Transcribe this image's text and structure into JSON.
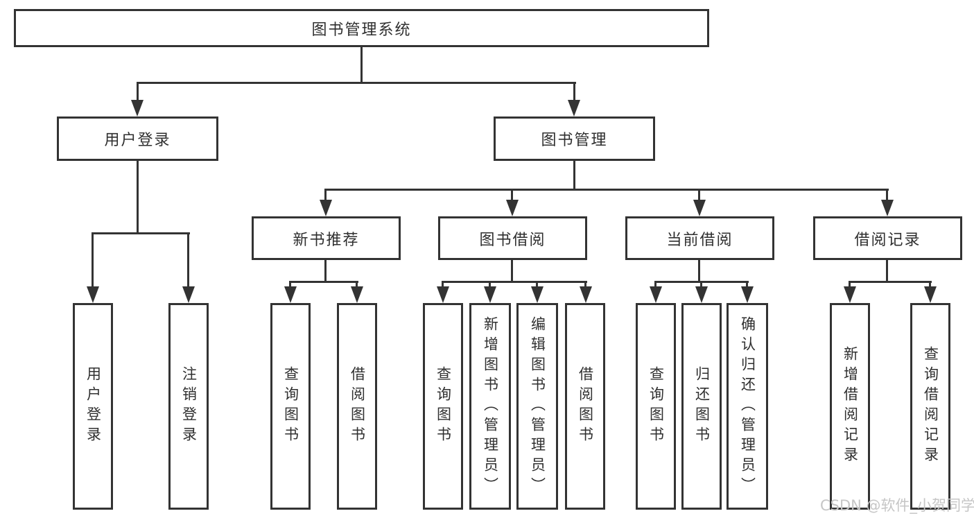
{
  "colors": {
    "line": "#333333",
    "text": "#2f2f2f",
    "watermark": "#c6c6c6",
    "background": "#ffffff"
  },
  "tree": {
    "root": {
      "label": "图书管理系统"
    },
    "level2": [
      {
        "label": "用户登录"
      },
      {
        "label": "图书管理"
      }
    ],
    "level3": [
      {
        "label": "新书推荐"
      },
      {
        "label": "图书借阅"
      },
      {
        "label": "当前借阅"
      },
      {
        "label": "借阅记录"
      }
    ],
    "leaves": {
      "userLogin": [
        {
          "label": "用户登录"
        },
        {
          "label": "注销登录"
        }
      ],
      "newBook": [
        {
          "label": "查询图书"
        },
        {
          "label": "借阅图书"
        }
      ],
      "bookBorrow": [
        {
          "label": "查询图书"
        },
        {
          "label": "新增图书（管理员）"
        },
        {
          "label": "编辑图书（管理员）"
        },
        {
          "label": "借阅图书"
        }
      ],
      "currentBorrow": [
        {
          "label": "查询图书"
        },
        {
          "label": "归还图书"
        },
        {
          "label": "确认归还（管理员）"
        }
      ],
      "borrowRecord": [
        {
          "label": "新增借阅记录"
        },
        {
          "label": "查询借阅记录"
        }
      ]
    }
  },
  "watermark": {
    "text": "CSDN @软件_小贺同学"
  }
}
